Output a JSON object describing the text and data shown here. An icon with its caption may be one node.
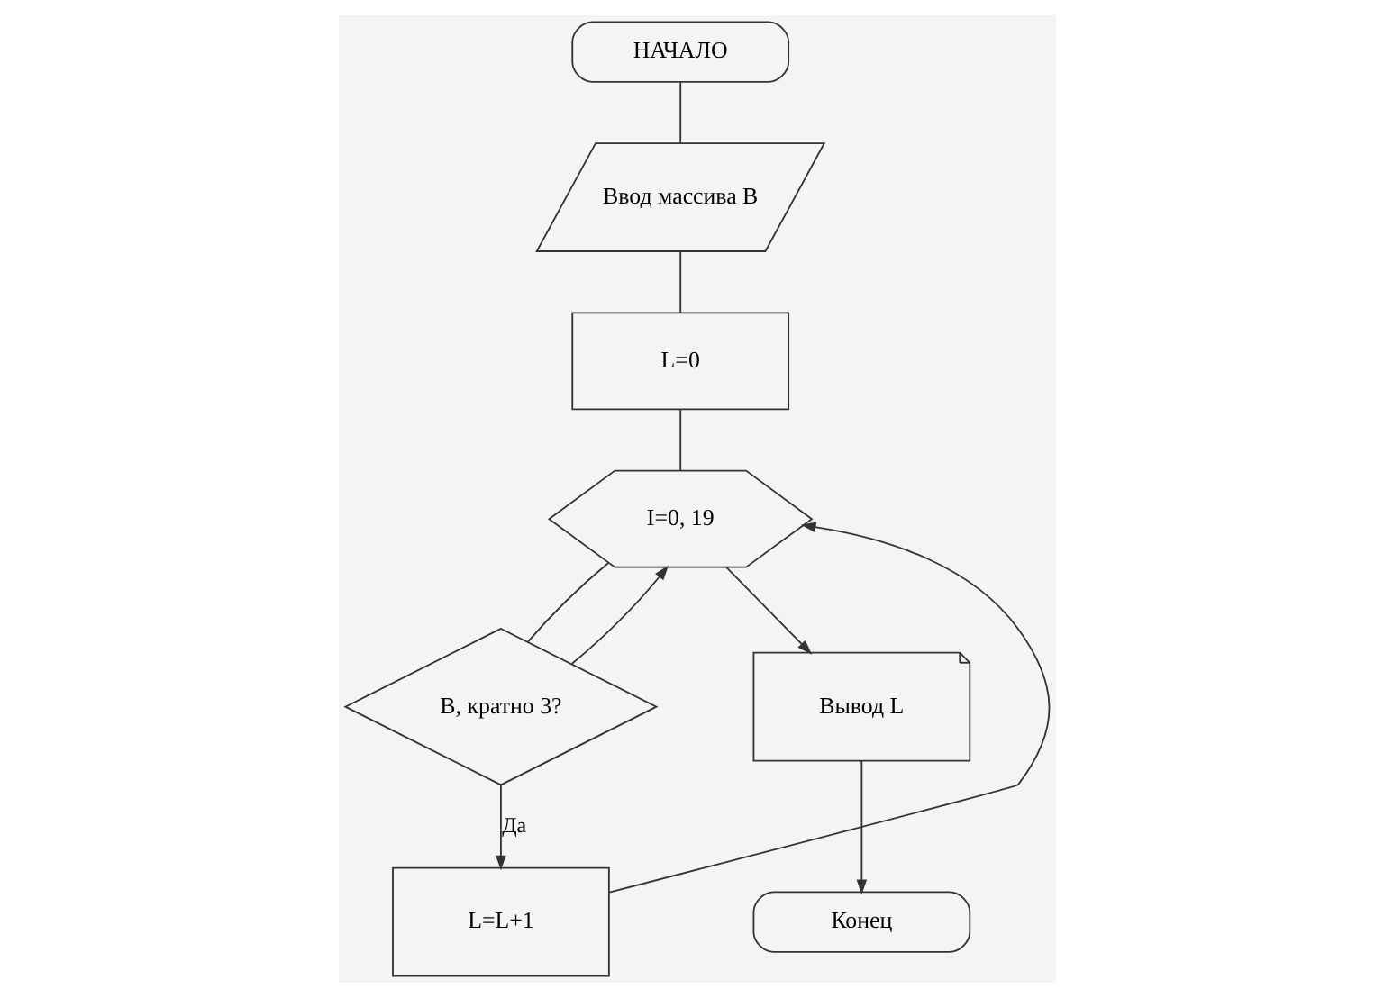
{
  "diagram": {
    "nodes": [
      {
        "text": [
          "НАЧАЛО"
        ]
      },
      {
        "text": [
          "Ввод массива B"
        ]
      },
      {
        "text": [
          "L=0"
        ]
      },
      {
        "text": [
          "I=0, 19"
        ]
      },
      {
        "text": [
          "B, кратно 3?"
        ]
      },
      {
        "text": [
          "L=L+1"
        ]
      },
      {
        "text": [
          "Вывод L"
        ]
      },
      {
        "text": [
          "Конец"
        ]
      }
    ],
    "edges": [
      {
        "from": 0,
        "to": 1,
        "arrow": "none"
      },
      {
        "from": 1,
        "to": 2,
        "arrow": "none"
      },
      {
        "from": 2,
        "to": 3,
        "arrow": "none"
      },
      {
        "from": 3,
        "to": 4,
        "arrow": "none"
      },
      {
        "from": 4,
        "to": 5,
        "arrow": "to",
        "label": "Да"
      },
      {
        "from": 5,
        "to": 3,
        "arrow": "to"
      },
      {
        "from": 4,
        "to": 3,
        "arrow": "to"
      },
      {
        "from": 3,
        "to": 6,
        "arrow": "to"
      },
      {
        "from": 6,
        "to": 7,
        "arrow": "to"
      }
    ]
  }
}
